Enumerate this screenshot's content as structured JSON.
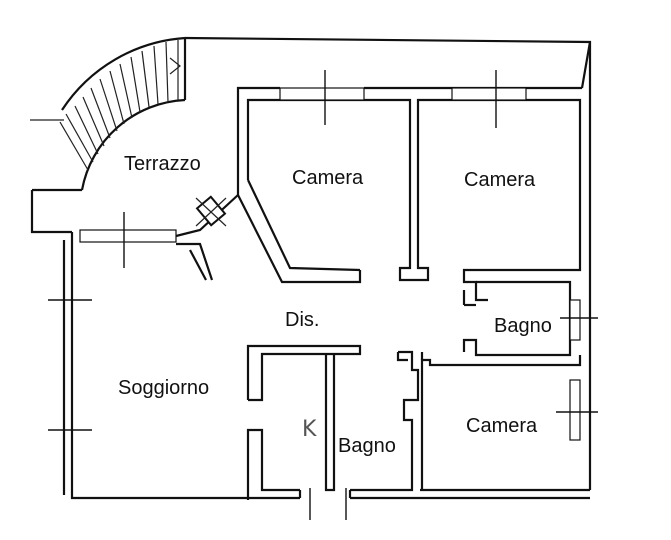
{
  "plan": {
    "rooms": {
      "terrace": "Terrazzo",
      "bedroom_1": "Camera",
      "bedroom_2": "Camera",
      "bedroom_3": "Camera",
      "hall": "Dis.",
      "bathroom_1": "Bagno",
      "bathroom_2": "Bagno",
      "living": "Soggiorno",
      "kitchen_mark": "K"
    }
  }
}
